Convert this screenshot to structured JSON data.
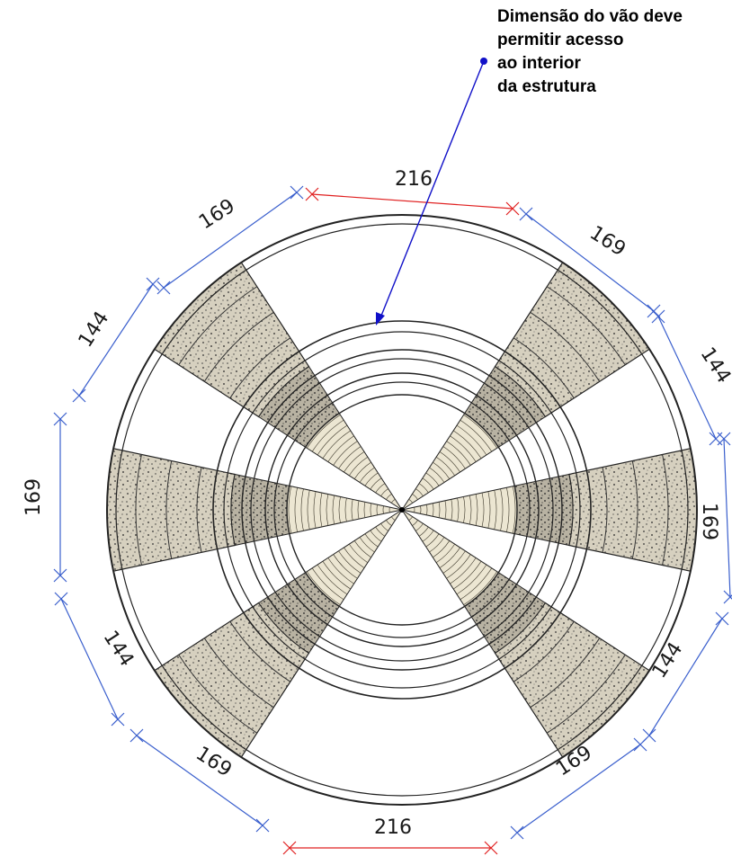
{
  "annotation": {
    "lines": [
      "Dimensão do vão deve",
      "permitir acesso",
      "ao interior",
      "da estrutura"
    ]
  },
  "dimensions": {
    "top": "216",
    "bottom": "216",
    "top_left": "169",
    "upper_left": "144",
    "left": "169",
    "lower_left": "144",
    "bottom_left": "169",
    "top_right": "169",
    "upper_right": "144",
    "right": "169",
    "lower_right": "144",
    "bottom_right": "169"
  },
  "colors": {
    "dimension_blue": "#3a5fcd",
    "dimension_red": "#e02020",
    "leader_blue": "#1010c8",
    "segment_fill": "#d8d2c2",
    "inner_fill": "#ece6d2",
    "outline": "#222222"
  }
}
